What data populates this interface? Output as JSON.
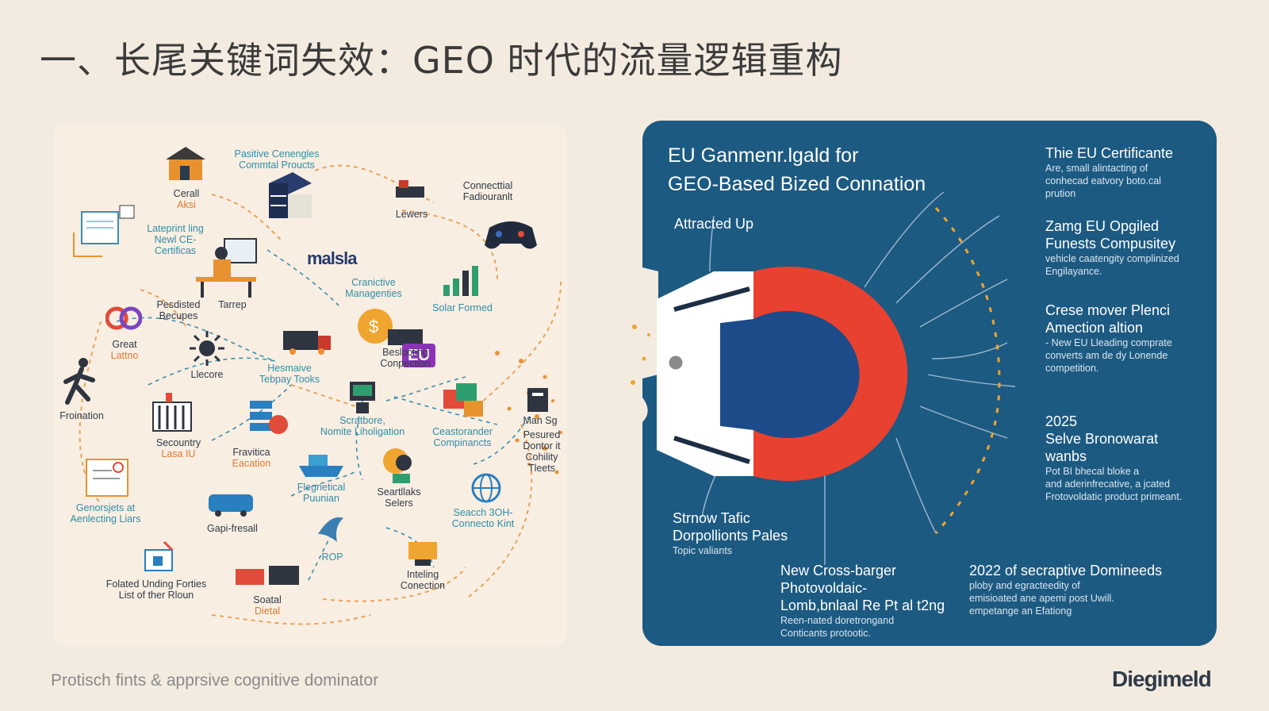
{
  "title": "一、长尾关键词失效：GEO 时代的流量逻辑重构",
  "left": {
    "labels": {
      "cerall": {
        "text": "Cerall",
        "sub": "Aksi"
      },
      "positive": {
        "text": "Pasitive Cenengles\nCommtal Proucts"
      },
      "lewers": {
        "text": "Lewers"
      },
      "connecttial": {
        "text": "Connecttial\nFadiouranlt"
      },
      "lateprinting": {
        "text": "Lateprint ling\nNewl CE-\nCertificas"
      },
      "malsla": {
        "text": "malsla"
      },
      "eu": {
        "text": "EU"
      },
      "cranictive": {
        "text": "Cranictive\nManagenties"
      },
      "solar": {
        "text": "Solar Formed"
      },
      "pesdisted": {
        "text": "Pesdisted\nBecupes"
      },
      "tarrep": {
        "text": "Tarrep"
      },
      "great": {
        "text": "Great",
        "sub": "Lattno"
      },
      "llecore": {
        "text": "Llecore"
      },
      "hesmaive": {
        "text": "Hesmaive\nTebpay Tooks"
      },
      "beslocting": {
        "text": "Beslocting\nConpection"
      },
      "froination": {
        "text": "Froination"
      },
      "secountry": {
        "text": "Secountry",
        "sub": "Lasa IU"
      },
      "fravitica": {
        "text": "Fravitica",
        "sub": "Eacation"
      },
      "scratbore": {
        "text": "Scratbore,\nNomite Liholigation"
      },
      "ceastorander": {
        "text": "Ceastorander\nCompinancts"
      },
      "mansg": {
        "text": "Man Sg"
      },
      "pesured": {
        "text": "Pesured\nDontor it\nCohility\nTleets"
      },
      "genorsjets": {
        "text": "Genorsjets at\nAenlecting Liars"
      },
      "flegnetical": {
        "text": "Flegnetical\nPuunian"
      },
      "seartllaks": {
        "text": "Seartllaks\nSelers"
      },
      "seacch": {
        "text": "Seacch 3OH-\nConnecto Kint"
      },
      "gapifresall": {
        "text": "Gapi-fresall"
      },
      "rop": {
        "text": "ROP"
      },
      "folated": {
        "text": "Folated Unding Forties\nList of ther Rloun"
      },
      "soatal": {
        "text": "Soatal",
        "sub": "Dietal"
      },
      "inteling": {
        "text": "Inteling\nConection"
      }
    }
  },
  "right": {
    "title_line1": "EU Ganmenr.lgald  for",
    "title_line2": "GEO-Based Bized Connation",
    "attracted": "Attracted Up",
    "items": [
      {
        "h": "Thie EU Certificante",
        "s": "Are, small alintacting of\nconhecad eatvory boto.cal\nprution"
      },
      {
        "h": "Zamg EU Opgiled\nFunests Compusitey",
        "s": "vehicle caatengity complinized\nEngilayance."
      },
      {
        "h": "Crese mover Plenci\nAmection altion",
        "s": "- New EU Lleading comprate\nconverts am de dy Lonende\ncompetition."
      },
      {
        "h": "2025\nSelve Bronowarat\nwanbs",
        "s": "Pot BI bhecal bloke a\nand aderinfrecative, a jcated\nFrotovoldatic product primeant."
      }
    ],
    "strnow": {
      "h": "Strnow Tafic\nDorpollionts Pales",
      "s": "Topic valiants"
    },
    "newcross": {
      "h": "New Cross-barger\nPhotovoldaic-\nLomb,bnlaal Re Pt al t2ng",
      "s": "Reen-nated doretrongand\nConticants protootic."
    },
    "y2022": {
      "h": "2022 of secraptive Domineeds",
      "s": "ploby and egracteedity of\nemisioated ane apemi post Uwill.\nempetange an Efationg"
    },
    "colors": {
      "panel": "#1c5a82",
      "magnet_red": "#e8412f",
      "magnet_blue": "#1d4b8a"
    }
  },
  "footer": "Protisch fints & apprsive cognitive dominator",
  "brand": "Diegimeld"
}
